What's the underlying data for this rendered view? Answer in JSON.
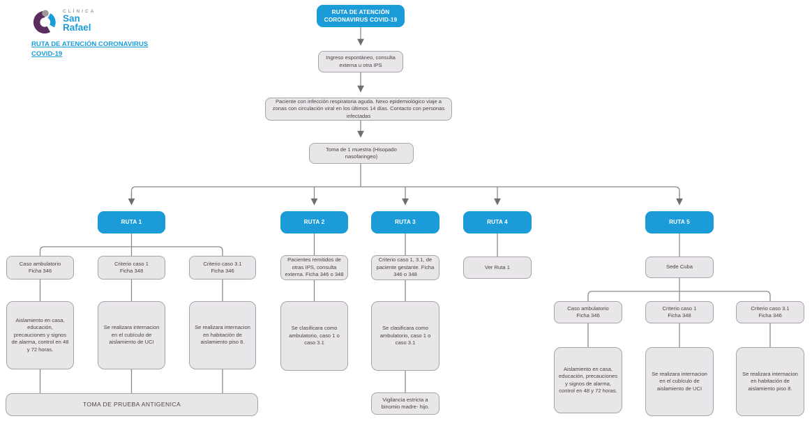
{
  "colors": {
    "accent_blue": "#1b9cd8",
    "node_fill": "#e9e6e9",
    "node_border": "#a8a3aa",
    "connector_gray": "#8a8a8a",
    "arrow_gray": "#6e6e6e",
    "logo_purple": "#5c2d5f",
    "logo_gray": "#9b9b9b"
  },
  "header": {
    "logo_clinica": "CLÍNICA",
    "logo_name_line1": "San",
    "logo_name_line2": "Rafael",
    "doc_link": "RUTA DE ATENCIÓN CORONAVIRUS COVID-19"
  },
  "flow": {
    "root": "RUTA DE ATENCIÓN CORONAVIRUS COVID-19",
    "ingreso": "Ingreso espontáneo, consulta externa u otra IPS",
    "paciente": "Paciente con infección respiratoria aguda. Nexo epidemiológico viaje a zonas con circulación viral en los últimos 14 días. Contacto con personas infectadas",
    "toma_muestra": "Toma de 1 muestra (Hisopado nasofaringeo)",
    "ruta1": {
      "label": "RUTA 1",
      "caso_ambulatorio": "Caso ambulatorio\nFicha 346",
      "criterio_caso_1": "Criterio caso 1\nFicha 348",
      "criterio_caso_31": "Criterio caso 3.1\nFicha 346",
      "aislamiento": "Aislamiento en casa, educación, precauciones y signos de alarma, control en 48 y 72 horas.",
      "internacion_uci": "Se realizara internacion en el cubículo de aislamiento de UCI",
      "internacion_piso8": "Se realizara internacion en habitación de aislamiento piso 8.",
      "toma_prueba": "TOMA DE PRUEBA ANTIGENICA"
    },
    "ruta2": {
      "label": "RUTA 2",
      "remitidos": "Pacientes remitidos de otras IPS, consulta externa. Ficha 346 o 348",
      "clasificacion": "Se clasificara como ambulatorio, caso 1 o caso 3.1"
    },
    "ruta3": {
      "label": "RUTA 3",
      "criterio_gestante": "Criterio caso 1, 3.1, de paciente gestante. Ficha 346 o 348",
      "clasificacion": "Se clasificara como ambulatorio, caso 1 o caso 3.1",
      "vigilancia": "Vigilancia estricta a binomio madre- hijo."
    },
    "ruta4": {
      "label": "RUTA 4",
      "ver_ruta": "Ver Ruta 1"
    },
    "ruta5": {
      "label": "RUTA 5",
      "sede": "Sede Cuba",
      "caso_ambulatorio": "Caso ambulatorio\nFicha 346",
      "criterio_caso_1": "Criterio caso 1\nFicha 348",
      "criterio_caso_31": "Criterio caso 3.1\nFicha 346",
      "aislamiento": "Aislamiento en casa, educación, precauciones y signos de alarma, control en 48 y 72 horas.",
      "internacion_uci": "Se realizara internacion en el cubículo de aislamiento de UCI",
      "internacion_piso8": "Se realizara internacion en habitación de aislamiento piso 8."
    }
  }
}
